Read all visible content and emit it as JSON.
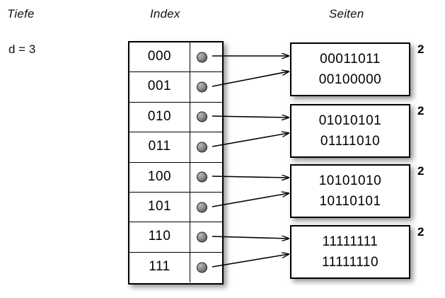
{
  "headings": {
    "depth": "Tiefe",
    "index": "Index",
    "pages": "Seiten"
  },
  "depth": {
    "label": "d = 3",
    "value": 3
  },
  "index_table": {
    "rows": [
      {
        "key": "000",
        "pointer": "bullet",
        "target_page": 0
      },
      {
        "key": "001",
        "pointer": "bullet",
        "target_page": 0
      },
      {
        "key": "010",
        "pointer": "bullet",
        "target_page": 1
      },
      {
        "key": "011",
        "pointer": "bullet",
        "target_page": 1
      },
      {
        "key": "100",
        "pointer": "bullet",
        "target_page": 2
      },
      {
        "key": "101",
        "pointer": "bullet",
        "target_page": 2
      },
      {
        "key": "110",
        "pointer": "bullet",
        "target_page": 3
      },
      {
        "key": "111",
        "pointer": "bullet",
        "target_page": 3
      }
    ]
  },
  "pages": [
    {
      "records": [
        "00011011",
        "00100000"
      ],
      "count": "2"
    },
    {
      "records": [
        "01010101",
        "01111010"
      ],
      "count": "2"
    },
    {
      "records": [
        "10101010",
        "10110101"
      ],
      "count": "2"
    },
    {
      "records": [
        "11111111",
        "11111110"
      ],
      "count": "2"
    }
  ],
  "colors": {
    "background": "#ffffff",
    "stroke": "#000000",
    "bullet_light": "#b9b9b9",
    "bullet_dark": "#3a3a3a",
    "text": "#000000"
  }
}
